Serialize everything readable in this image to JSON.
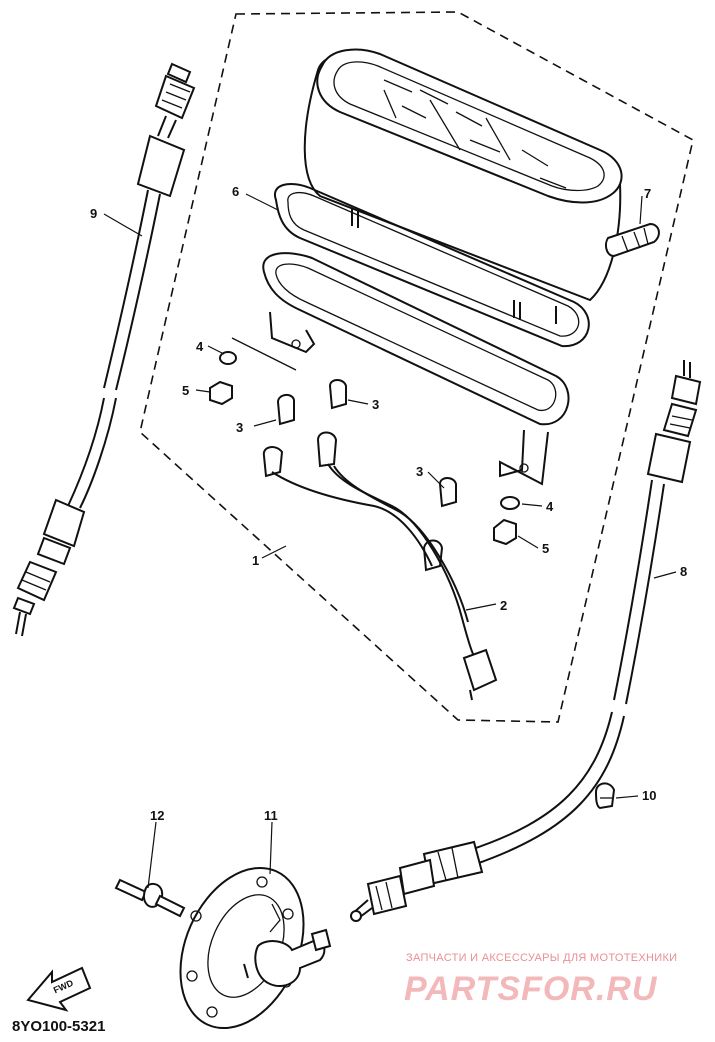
{
  "diagram": {
    "part_code": "8YO100-5321",
    "direction_label": "FWD",
    "callouts": [
      {
        "id": "c1",
        "label": "1"
      },
      {
        "id": "c2",
        "label": "2"
      },
      {
        "id": "c3a",
        "label": "3"
      },
      {
        "id": "c3b",
        "label": "3"
      },
      {
        "id": "c3c",
        "label": "3"
      },
      {
        "id": "c4a",
        "label": "4"
      },
      {
        "id": "c4b",
        "label": "4"
      },
      {
        "id": "c5a",
        "label": "5"
      },
      {
        "id": "c5b",
        "label": "5"
      },
      {
        "id": "c6",
        "label": "6"
      },
      {
        "id": "c7",
        "label": "7"
      },
      {
        "id": "c8",
        "label": "8"
      },
      {
        "id": "c9",
        "label": "9"
      },
      {
        "id": "c10",
        "label": "10"
      },
      {
        "id": "c11",
        "label": "11"
      },
      {
        "id": "c12",
        "label": "12"
      }
    ]
  },
  "watermark": {
    "tagline": "ЗАПЧАСТИ И АКСЕССУАРЫ ДЛЯ МОТОТЕХНИКИ",
    "brand": "PARTSFOR.RU"
  },
  "colors": {
    "line": "#111111",
    "watermark_tagline": "#e98f93",
    "watermark_brand": "#f3b8ba"
  }
}
